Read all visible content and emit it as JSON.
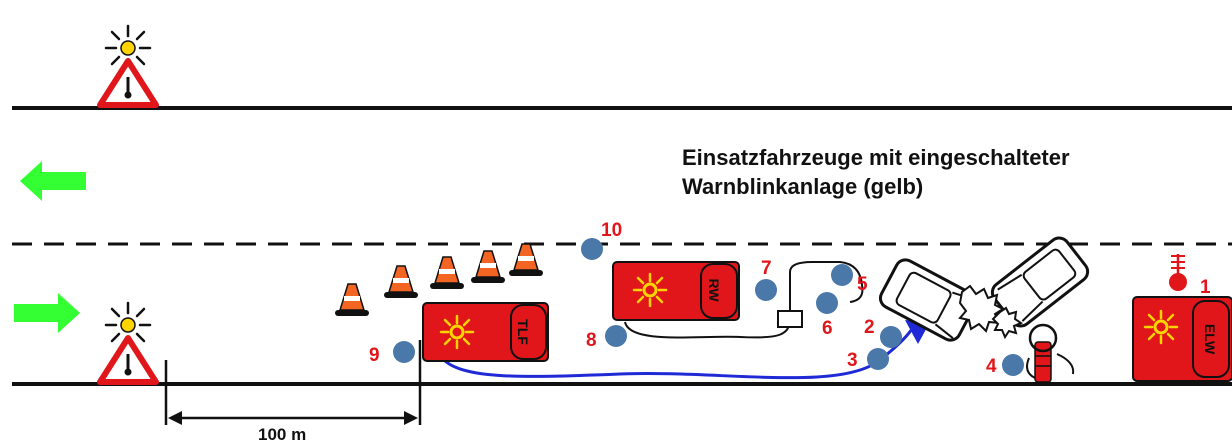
{
  "caption": {
    "line1": "Einsatzfahrzeuge mit eingeschalteter",
    "line2": "Warnblinkanlage (gelb)"
  },
  "distance": "100 m",
  "vehicles": {
    "tlf": "TLF",
    "rw": "RW",
    "elw": "ELW"
  },
  "positions": [
    "1",
    "2",
    "3",
    "4",
    "5",
    "6",
    "7",
    "8",
    "9",
    "10"
  ],
  "colors": {
    "vehicle_red": "#e0161b",
    "person_blue": "#4a78a8",
    "arrow_green": "#33ff33",
    "beacon_yellow": "#ffd400",
    "cone_orange": "#f26522",
    "path_blue": "#1f2ad6"
  },
  "icons": [
    "warning-triangle-icon",
    "flashing-light-icon",
    "traffic-cone-icon",
    "direction-arrow-icon",
    "hydrant-icon",
    "thermometer-icon"
  ]
}
